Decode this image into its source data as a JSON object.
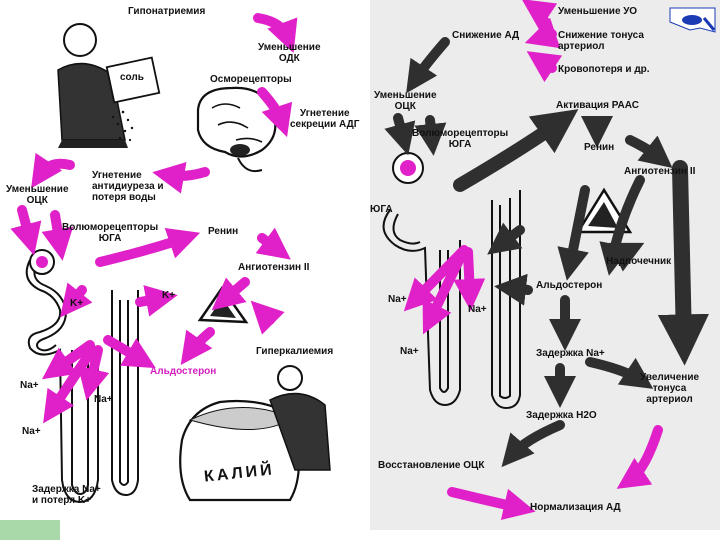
{
  "colors": {
    "accent": "#e020c8",
    "dark": "#2f2f2f",
    "panel_right": "#e9e9e9",
    "corner": "#a9d8a9",
    "flag": "#1a3bb4"
  },
  "icons": [
    "salt-shaker-icon",
    "brain-icon",
    "kidney-nephron-icon",
    "adrenal-gland-icon",
    "potassium-sack-icon",
    "cow-flag-icon"
  ],
  "left": {
    "hyponatremia": "Гипонатриемия",
    "salt": "соль",
    "decrease_osm": "Уменьшение\nОДК",
    "osmoreceptors": "Осморецепторы",
    "adh_suppression": "Угнетение\nсекреции АДГ",
    "antidiuresis": "Угнетение\nантидиуреза и\nпотеря воды",
    "decrease_ock": "Уменьшение\nОЦК",
    "volumoreceptors": "Волюморецепторы\nЮГА",
    "renin": "Ренин",
    "angiotensin": "Ангиотензин II",
    "k1": "K+",
    "k2": "K+",
    "na1": "Na+",
    "na2": "Na+",
    "na3": "Na+",
    "aldosterone": "Альдостерон",
    "hyperkalemia": "Гиперкалиемия",
    "kaliy": "КАЛИЙ",
    "retention": "Задержка Na+\nи потеря K+"
  },
  "right": {
    "decrease_uo": "Уменьшение УО",
    "decrease_ad": "Снижение АД",
    "arteriole_tone": "Снижение тонуса\nартериол",
    "blood_loss": "Кровопотеря и др.",
    "decrease_ock": "Уменьшение\nОЦК",
    "raas": "Активация РААС",
    "volumoreceptors": "Волюморецепторы\nЮГА",
    "renin": "Ренин",
    "angiotensin": "Ангиотензин II",
    "yuga": "ЮГА",
    "adrenal": "Надпочечник",
    "aldosterone": "Альдостерон",
    "na1": "Na+",
    "na2": "Na+",
    "na3": "Na+",
    "na_retention": "Задержка Na+",
    "increase_tone": "Увеличение\nтонуса\nартериол",
    "water_retention": "Задержка H2O",
    "ock_restore": "Восстановление ОЦК",
    "ad_norm": "Нормализация АД"
  }
}
